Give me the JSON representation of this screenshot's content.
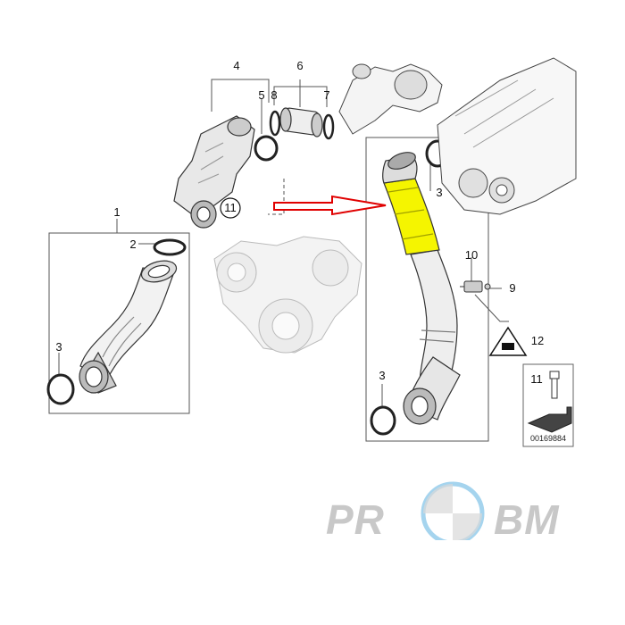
{
  "diagram": {
    "callouts": {
      "c1": "1",
      "c2": "2",
      "c3a": "3",
      "c3b": "3",
      "c3c": "3",
      "c4": "4",
      "c5": "5",
      "c6": "6",
      "c7": "7",
      "c8": "8",
      "c9": "9",
      "c10": "10",
      "c11a": "11",
      "c11b": "11",
      "c12": "12"
    },
    "part_code": "00169884",
    "highlight_color": "#f5f500",
    "arrow_color": "#e00000"
  },
  "watermark": {
    "brand_left": "PR",
    "brand_right": "BM",
    "ring_color": "#8ec9ea"
  }
}
